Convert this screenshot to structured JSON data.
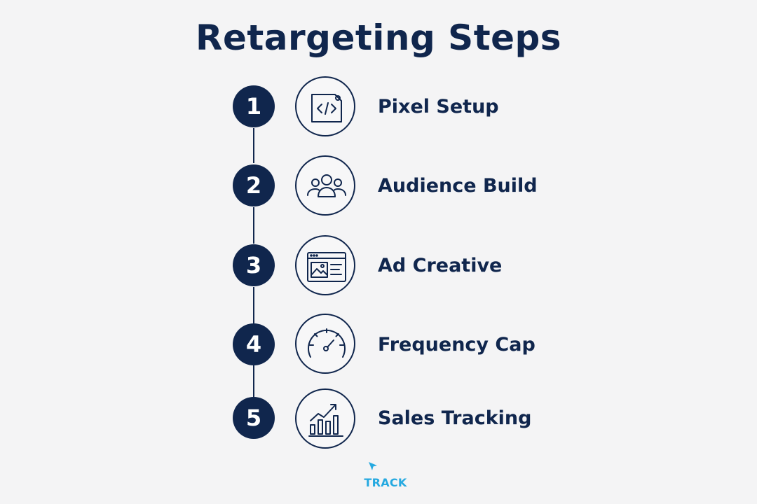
{
  "title": "Retargeting Steps",
  "steps": [
    {
      "number": "1",
      "label": "Pixel Setup",
      "icon": "code-tag-icon"
    },
    {
      "number": "2",
      "label": "Audience Build",
      "icon": "users-group-icon"
    },
    {
      "number": "3",
      "label": "Ad Creative",
      "icon": "browser-image-icon"
    },
    {
      "number": "4",
      "label": "Frequency Cap",
      "icon": "gauge-icon"
    },
    {
      "number": "5",
      "label": "Sales Tracking",
      "icon": "bar-chart-trend-icon"
    }
  ],
  "brand": {
    "name": "TRACK",
    "icon": "cursor-arrow-icon"
  },
  "colors": {
    "navy": "#10264d",
    "accent": "#25a9e0",
    "background": "#f4f4f5"
  }
}
